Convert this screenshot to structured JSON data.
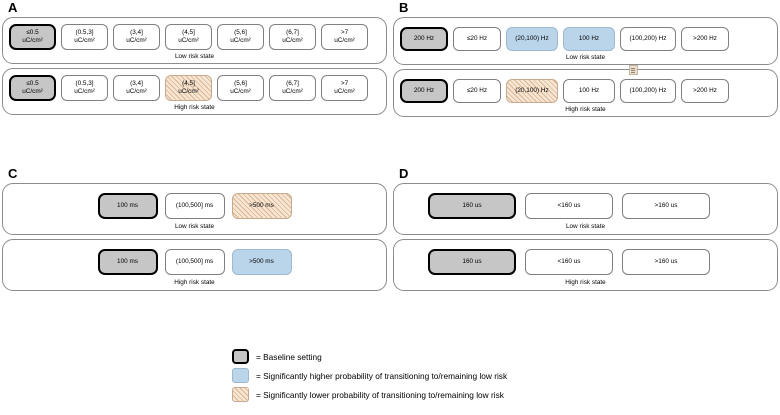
{
  "figure": {
    "legend_colors": {
      "baseline_fill": "#c6c6c6",
      "baseline_border": "#000000",
      "higher_fill": "#bad5ea",
      "lower_fill": "#f7e6d6",
      "lower_hatch": "#c48c56",
      "container_border": "#8c8c8c"
    }
  },
  "panels": [
    {
      "letter": "A",
      "rows": [
        {
          "risk_label": "Low risk state",
          "chips": [
            {
              "line1": "≤0.5",
              "line2": "uC/cm²",
              "state": "baseline"
            },
            {
              "line1": "(0.5,3]",
              "line2": "uC/cm²",
              "state": "none"
            },
            {
              "line1": "(3,4]",
              "line2": "uC/cm²",
              "state": "none"
            },
            {
              "line1": "(4,5]",
              "line2": "uC/cm²",
              "state": "none"
            },
            {
              "line1": "(5,6]",
              "line2": "uC/cm²",
              "state": "none"
            },
            {
              "line1": "(6,7]",
              "line2": "uC/cm²",
              "state": "none"
            },
            {
              "line1": ">7",
              "line2": "uC/cm²",
              "state": "none"
            }
          ]
        },
        {
          "risk_label": "High risk state",
          "chips": [
            {
              "line1": "≤0.5",
              "line2": "uC/cm²",
              "state": "baseline"
            },
            {
              "line1": "(0.5,3]",
              "line2": "uC/cm²",
              "state": "none"
            },
            {
              "line1": "(3,4]",
              "line2": "uC/cm²",
              "state": "none"
            },
            {
              "line1": "(4,5]",
              "line2": "uC/cm²",
              "state": "lower"
            },
            {
              "line1": "(5,6]",
              "line2": "uC/cm²",
              "state": "none"
            },
            {
              "line1": "(6,7]",
              "line2": "uC/cm²",
              "state": "none"
            },
            {
              "line1": ">7",
              "line2": "uC/cm²",
              "state": "none"
            }
          ]
        }
      ]
    },
    {
      "letter": "B",
      "rows": [
        {
          "risk_label": "Low risk state",
          "chips": [
            {
              "line1": "200 Hz",
              "line2": "",
              "state": "baseline"
            },
            {
              "line1": "≤20 Hz",
              "line2": "",
              "state": "none"
            },
            {
              "line1": "(20,100) Hz",
              "line2": "",
              "state": "higher"
            },
            {
              "line1": "100 Hz",
              "line2": "",
              "state": "higher"
            },
            {
              "line1": "(100,200) Hz",
              "line2": "",
              "state": "none"
            },
            {
              "line1": ">200 Hz",
              "line2": "",
              "state": "none"
            }
          ]
        },
        {
          "risk_label": "High risk state",
          "chips": [
            {
              "line1": "200 Hz",
              "line2": "",
              "state": "baseline"
            },
            {
              "line1": "≤20 Hz",
              "line2": "",
              "state": "none"
            },
            {
              "line1": "(20,100) Hz",
              "line2": "",
              "state": "lower"
            },
            {
              "line1": "100 Hz",
              "line2": "",
              "state": "none"
            },
            {
              "line1": "(100,200) Hz",
              "line2": "",
              "state": "none"
            },
            {
              "line1": ">200 Hz",
              "line2": "",
              "state": "none"
            }
          ]
        }
      ]
    },
    {
      "letter": "C",
      "rows": [
        {
          "risk_label": "Low risk state",
          "chips": [
            {
              "line1": "100 ms",
              "line2": "",
              "state": "baseline"
            },
            {
              "line1": "(100,500] ms",
              "line2": "",
              "state": "none"
            },
            {
              "line1": ">500 ms",
              "line2": "",
              "state": "lower"
            }
          ]
        },
        {
          "risk_label": "High risk state",
          "chips": [
            {
              "line1": "100 ms",
              "line2": "",
              "state": "baseline"
            },
            {
              "line1": "(100,500] ms",
              "line2": "",
              "state": "none"
            },
            {
              "line1": ">500 ms",
              "line2": "",
              "state": "higher"
            }
          ]
        }
      ]
    },
    {
      "letter": "D",
      "rows": [
        {
          "risk_label": "Low risk state",
          "chips": [
            {
              "line1": "160 us",
              "line2": "",
              "state": "baseline"
            },
            {
              "line1": "<160 us",
              "line2": "",
              "state": "none"
            },
            {
              "line1": ">160 us",
              "line2": "",
              "state": "none"
            }
          ]
        },
        {
          "risk_label": "High risk state",
          "chips": [
            {
              "line1": "160 us",
              "line2": "",
              "state": "baseline"
            },
            {
              "line1": "<160 us",
              "line2": "",
              "state": "none"
            },
            {
              "line1": ">160 us",
              "line2": "",
              "state": "none"
            }
          ]
        }
      ]
    }
  ],
  "legend": [
    {
      "swatch": "baseline",
      "text": "= Baseline setting"
    },
    {
      "swatch": "higher",
      "text": "= Significantly higher probability of transitioning to/remaining low risk"
    },
    {
      "swatch": "lower",
      "text": "= Significantly lower probability of transitioning to/remaining low risk"
    }
  ]
}
